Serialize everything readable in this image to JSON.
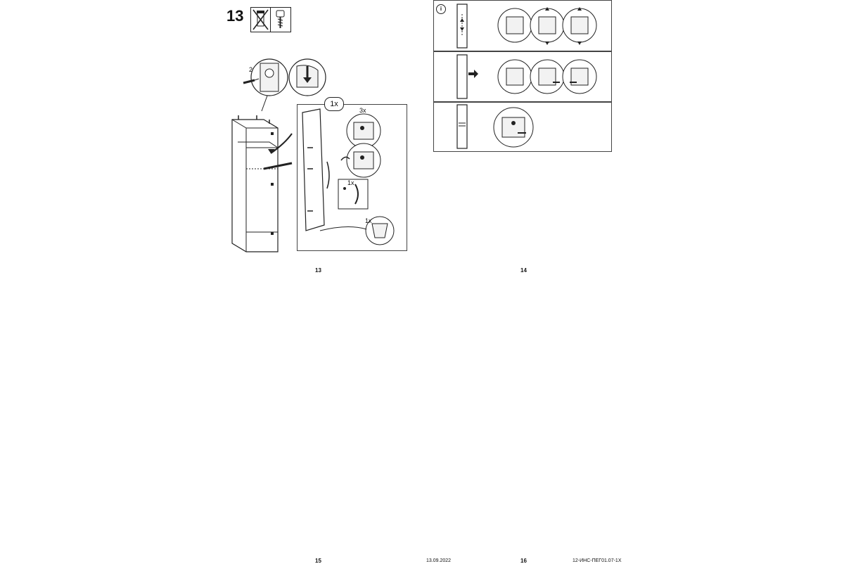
{
  "step": {
    "number": "13",
    "screw_label": "2x",
    "door_badge": "1x",
    "hinges_label": "3x",
    "handle_label": "1x",
    "leg_label": "1x"
  },
  "info": {
    "badge": "i"
  },
  "footer": {
    "page_13": "13",
    "page_14": "14",
    "page_15": "15",
    "page_16": "16",
    "date": "13.09.2022",
    "code": "12-ИНС-ПЕГ01.07-1Х"
  }
}
